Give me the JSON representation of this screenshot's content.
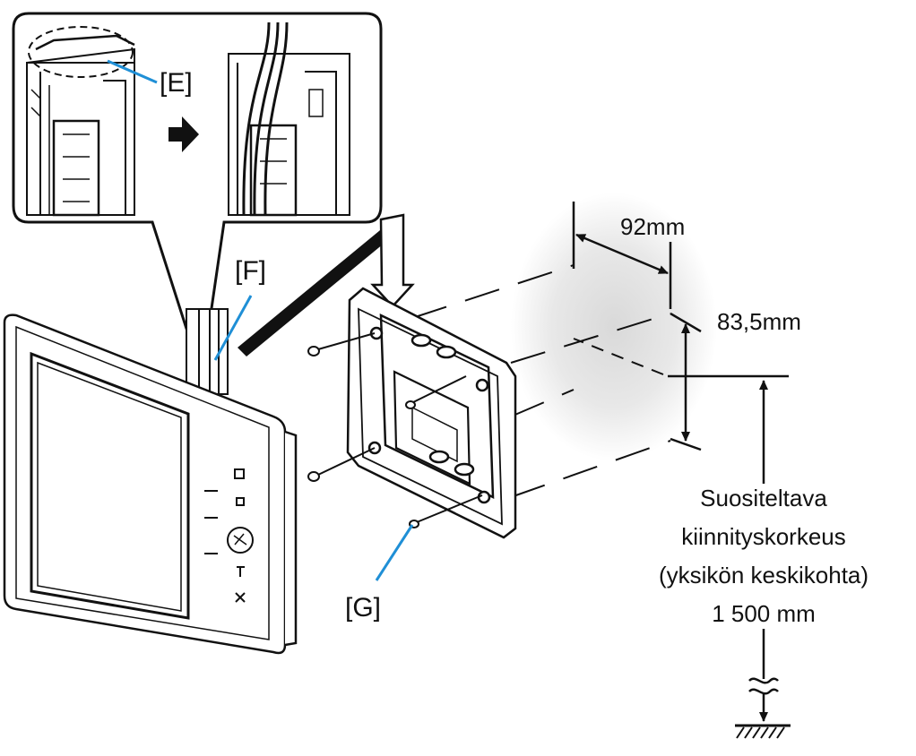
{
  "callouts": {
    "e": "[E]",
    "f": "[F]",
    "g": "[G]"
  },
  "dimensions": {
    "width": "92mm",
    "height": "83,5mm"
  },
  "height_note": {
    "line1": "Suositeltava",
    "line2": "kiinnityskorkeus",
    "line3": "(yksikön keskikohta)",
    "line4": "1 500 mm"
  },
  "colors": {
    "leader": "#1f8fd6",
    "ink": "#111111",
    "wall_shade": "#e6e6e6"
  },
  "icons": {
    "panel_buttons": [
      "square-icon",
      "small-square-icon",
      "talk-icon",
      "key-icon",
      "close-icon"
    ]
  }
}
